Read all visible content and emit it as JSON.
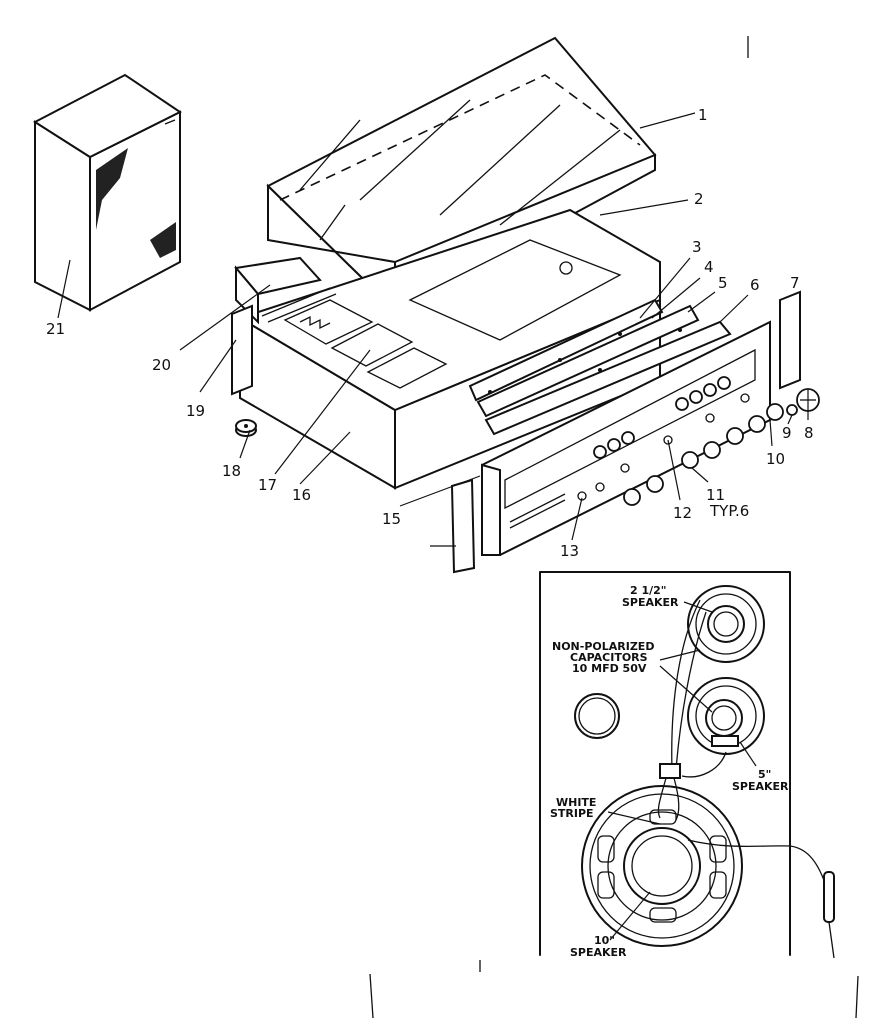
{
  "callouts": [
    "1",
    "2",
    "3",
    "4",
    "5",
    "6",
    "7",
    "8",
    "9",
    "10",
    "11",
    "TYP.6",
    "12",
    "13",
    "15",
    "16",
    "17",
    "18",
    "19",
    "20",
    "21"
  ],
  "speaker_labels": {
    "tweeter_size": "2 1/2\"",
    "tweeter_word": "SPEAKER",
    "caps_line1": "NON-POLARIZED",
    "caps_line2": "CAPACITORS",
    "caps_line3": "10 MFD 50V",
    "mid_size": "5\"",
    "mid_word": "SPEAKER",
    "stripe_line1": "WHITE",
    "stripe_line2": "STRIPE",
    "woofer_size": "10\"",
    "woofer_word": "SPEAKER"
  }
}
